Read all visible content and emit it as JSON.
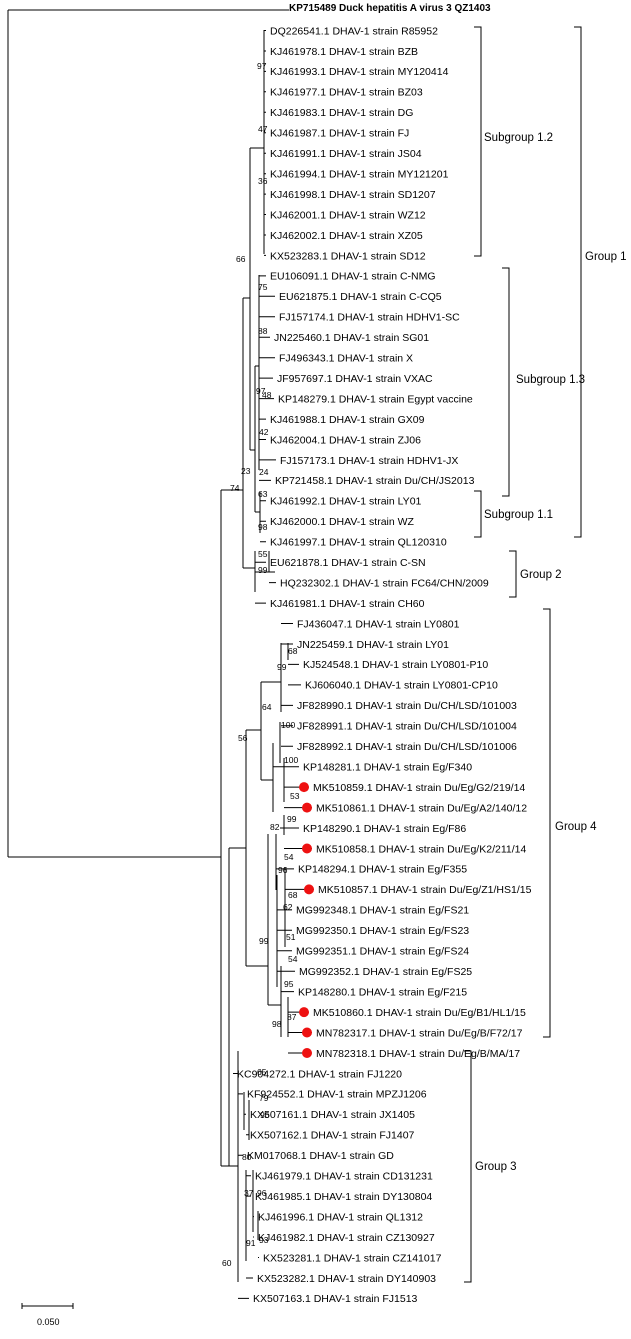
{
  "title": "KP715489 Duck hepatitis A virus 3 QZ1403",
  "scale_bar": {
    "label": "0.050"
  },
  "marker_color": "#ee1111",
  "leaves": [
    {
      "id": 1,
      "label": "DQ226541.1 DHAV-1 strain R85952"
    },
    {
      "id": 2,
      "label": "KJ461978.1 DHAV-1 strain BZB"
    },
    {
      "id": 3,
      "label": "KJ461993.1 DHAV-1 strain MY120414"
    },
    {
      "id": 4,
      "label": "KJ461977.1 DHAV-1 strain BZ03"
    },
    {
      "id": 5,
      "label": "KJ461983.1 DHAV-1 strain DG"
    },
    {
      "id": 6,
      "label": "KJ461987.1 DHAV-1 strain FJ"
    },
    {
      "id": 7,
      "label": "KJ461991.1 DHAV-1 strain JS04"
    },
    {
      "id": 8,
      "label": "KJ461994.1 DHAV-1 strain MY121201"
    },
    {
      "id": 9,
      "label": "KJ461998.1 DHAV-1 strain SD1207"
    },
    {
      "id": 10,
      "label": "KJ462001.1 DHAV-1 strain WZ12"
    },
    {
      "id": 11,
      "label": "KJ462002.1 DHAV-1 strain XZ05"
    },
    {
      "id": 12,
      "label": "KX523283.1 DHAV-1 strain SD12"
    },
    {
      "id": 13,
      "label": "EU106091.1 DHAV-1 strain C-NMG"
    },
    {
      "id": 14,
      "label": "EU621875.1 DHAV-1 strain C-CQ5"
    },
    {
      "id": 15,
      "label": "FJ157174.1 DHAV-1 strain HDHV1-SC"
    },
    {
      "id": 16,
      "label": "JN225460.1 DHAV-1 strain SG01"
    },
    {
      "id": 17,
      "label": "FJ496343.1 DHAV-1 strain X"
    },
    {
      "id": 18,
      "label": "JF957697.1 DHAV-1 strain VXAC"
    },
    {
      "id": 19,
      "label": "KP148279.1 DHAV-1 strain Egypt vaccine"
    },
    {
      "id": 20,
      "label": "KJ461988.1 DHAV-1 strain GX09"
    },
    {
      "id": 21,
      "label": "KJ462004.1 DHAV-1 strain ZJ06"
    },
    {
      "id": 22,
      "label": "FJ157173.1 DHAV-1 strain HDHV1-JX"
    },
    {
      "id": 23,
      "label": "KP721458.1 DHAV-1 strain Du/CH/JS2013"
    },
    {
      "id": 24,
      "label": "KJ461992.1 DHAV-1 strain LY01"
    },
    {
      "id": 25,
      "label": "KJ462000.1 DHAV-1 strain WZ"
    },
    {
      "id": 26,
      "label": "KJ461997.1 DHAV-1 strain QL120310"
    },
    {
      "id": 27,
      "label": "EU621878.1 DHAV-1 strain C-SN"
    },
    {
      "id": 28,
      "label": "HQ232302.1 DHAV-1 strain FC64/CHN/2009"
    },
    {
      "id": 29,
      "label": "KJ461981.1 DHAV-1 strain CH60"
    },
    {
      "id": 30,
      "label": "FJ436047.1 DHAV-1 strain LY0801"
    },
    {
      "id": 31,
      "label": "JN225459.1 DHAV-1 strain LY01"
    },
    {
      "id": 32,
      "label": "KJ524548.1 DHAV-1 strain LY0801-P10"
    },
    {
      "id": 33,
      "label": "KJ606040.1 DHAV-1 strain LY0801-CP10"
    },
    {
      "id": 34,
      "label": "JF828990.1 DHAV-1 strain Du/CH/LSD/101003"
    },
    {
      "id": 35,
      "label": "JF828991.1 DHAV-1 strain Du/CH/LSD/101004"
    },
    {
      "id": 36,
      "label": "JF828992.1 DHAV-1 strain Du/CH/LSD/101006"
    },
    {
      "id": 37,
      "label": "KP148281.1 DHAV-1 strain Eg/F340"
    },
    {
      "id": 38,
      "label": "MK510859.1 DHAV-1 strain Du/Eg/G2/219/14",
      "marked": true
    },
    {
      "id": 39,
      "label": "MK510861.1 DHAV-1 strain Du/Eg/A2/140/12",
      "marked": true
    },
    {
      "id": 40,
      "label": "KP148290.1 DHAV-1 strain Eg/F86"
    },
    {
      "id": 41,
      "label": "MK510858.1 DHAV-1 strain Du/Eg/K2/211/14",
      "marked": true
    },
    {
      "id": 42,
      "label": "KP148294.1 DHAV-1 strain Eg/F355"
    },
    {
      "id": 43,
      "label": "MK510857.1 DHAV-1 strain Du/Eg/Z1/HS1/15",
      "marked": true
    },
    {
      "id": 44,
      "label": "MG992348.1 DHAV-1 strain Eg/FS21"
    },
    {
      "id": 45,
      "label": "MG992350.1 DHAV-1 strain Eg/FS23"
    },
    {
      "id": 46,
      "label": "MG992351.1 DHAV-1 strain Eg/FS24"
    },
    {
      "id": 47,
      "label": "MG992352.1 DHAV-1 strain Eg/FS25"
    },
    {
      "id": 48,
      "label": "KP148280.1 DHAV-1 strain Eg/F215"
    },
    {
      "id": 49,
      "label": "MK510860.1 DHAV-1 strain Du/Eg/B1/HL1/15",
      "marked": true
    },
    {
      "id": 50,
      "label": "MN782317.1 DHAV-1 strain Du/Eg/B/F72/17",
      "marked": true
    },
    {
      "id": 51,
      "label": "MN782318.1 DHAV-1 strain Du/Eg/B/MA/17",
      "marked": true
    },
    {
      "id": 52,
      "label": "KC904272.1 DHAV-1 strain FJ1220"
    },
    {
      "id": 53,
      "label": "KF924552.1 DHAV-1 strain MPZJ1206"
    },
    {
      "id": 54,
      "label": "KX507161.1 DHAV-1 strain JX1405"
    },
    {
      "id": 55,
      "label": "KX507162.1 DHAV-1 strain FJ1407"
    },
    {
      "id": 56,
      "label": "KM017068.1 DHAV-1 strain GD"
    },
    {
      "id": 57,
      "label": "KJ461979.1 DHAV-1 strain CD131231"
    },
    {
      "id": 58,
      "label": "KJ461985.1 DHAV-1 strain DY130804"
    },
    {
      "id": 59,
      "label": "KJ461996.1 DHAV-1 strain QL1312"
    },
    {
      "id": 60,
      "label": "KJ461982.1 DHAV-1 strain CZ130927"
    },
    {
      "id": 61,
      "label": "KX523281.1 DHAV-1 strain CZ141017"
    },
    {
      "id": 62,
      "label": "KX523282.1 DHAV-1 strain DY140903"
    },
    {
      "id": 63,
      "label": "KX507163.1 DHAV-1 strain FJ1513"
    }
  ],
  "bootstrap_values": [
    "97",
    "47",
    "36",
    "66",
    "75",
    "88",
    "97",
    "48",
    "42",
    "24",
    "23",
    "63",
    "98",
    "74",
    "55",
    "99",
    "56",
    "99",
    "68",
    "100",
    "64",
    "100",
    "53",
    "82",
    "99",
    "54",
    "96",
    "68",
    "62",
    "51",
    "54",
    "99",
    "95",
    "87",
    "98",
    "65",
    "79",
    "96",
    "80",
    "37",
    "96",
    "93",
    "91",
    "60"
  ],
  "groups": {
    "subgroup_1_2": "Subgroup 1.2",
    "subgroup_1_3": "Subgroup 1.3",
    "subgroup_1_1": "Subgroup 1.1",
    "group_1": "Group 1",
    "group_2": "Group 2",
    "group_4": "Group 4",
    "group_3": "Group 3"
  }
}
